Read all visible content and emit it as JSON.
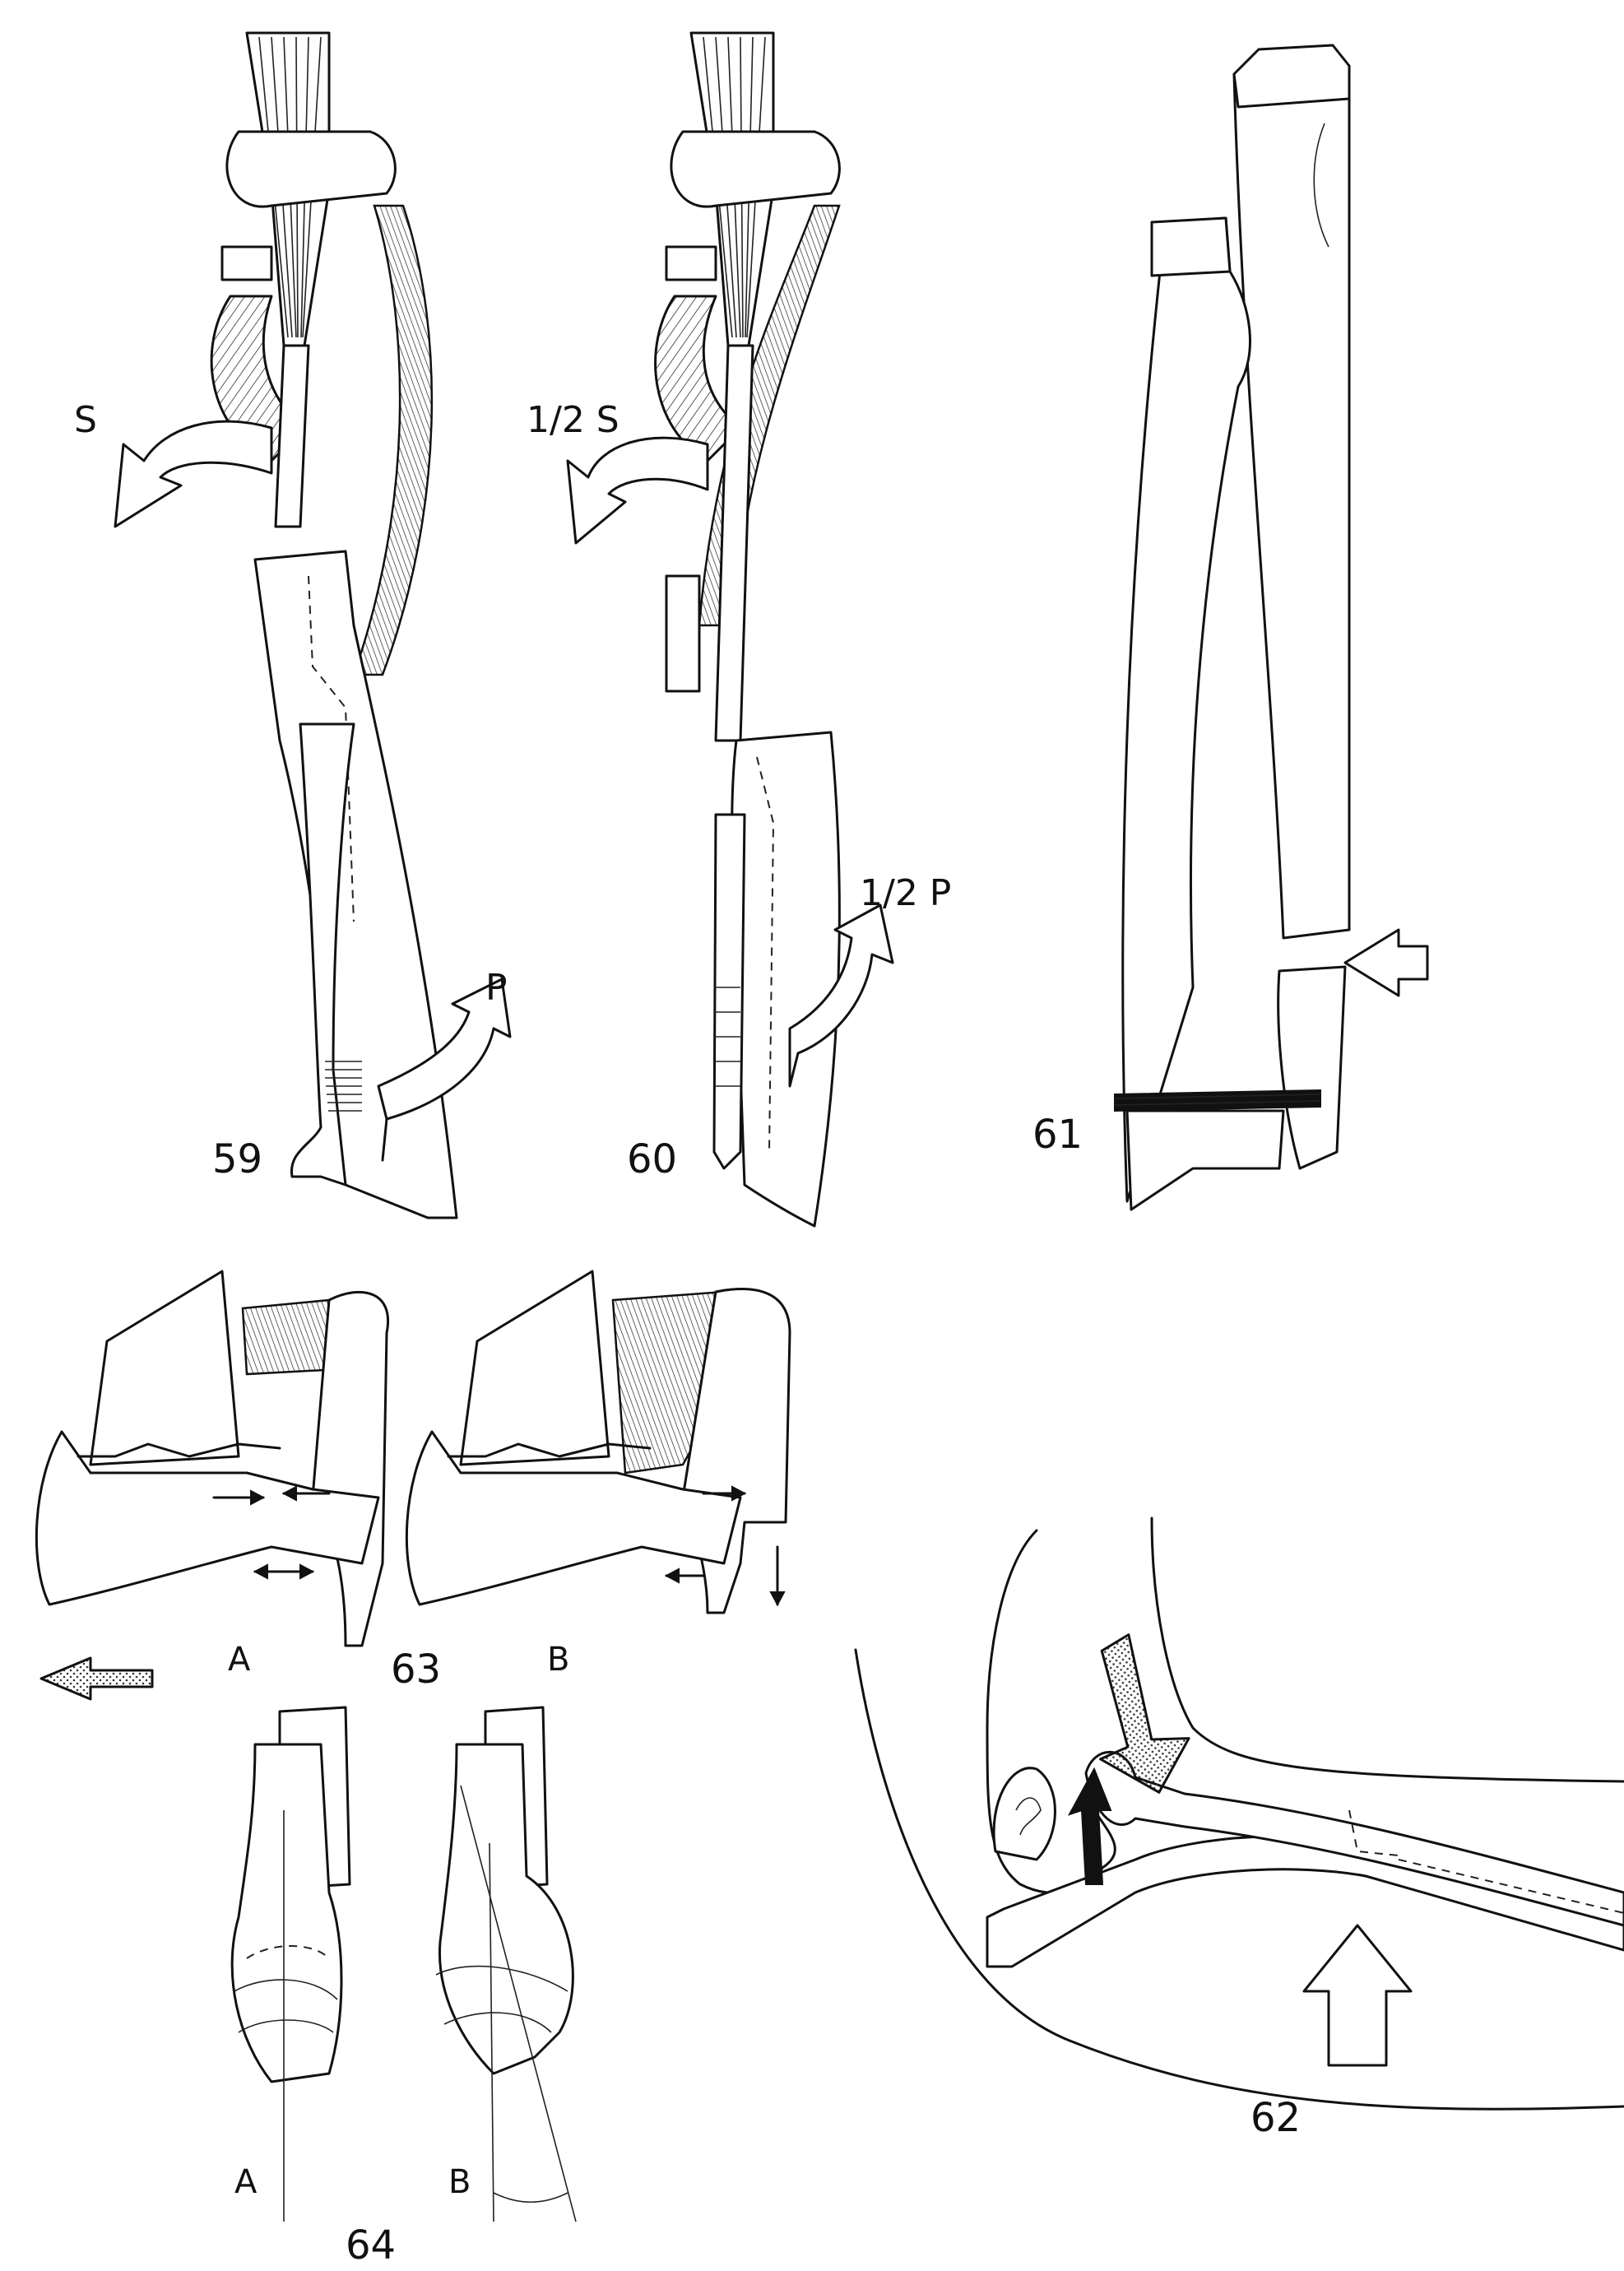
{
  "figures": [
    {
      "id": "fig59",
      "number": "59",
      "labels": {
        "rotation_top": "S",
        "rotation_bottom": "P"
      }
    },
    {
      "id": "fig60",
      "number": "60",
      "labels": {
        "rotation_top": "1/2 S",
        "rotation_bottom": "1/2 P"
      }
    },
    {
      "id": "fig61",
      "number": "61",
      "labels": {}
    },
    {
      "id": "fig62",
      "number": "62",
      "labels": {}
    },
    {
      "id": "fig63",
      "number": "63",
      "labels": {
        "panel_a": "A",
        "panel_b": "B"
      }
    },
    {
      "id": "fig64",
      "number": "64",
      "labels": {
        "panel_a": "A",
        "panel_b": "B"
      }
    }
  ]
}
